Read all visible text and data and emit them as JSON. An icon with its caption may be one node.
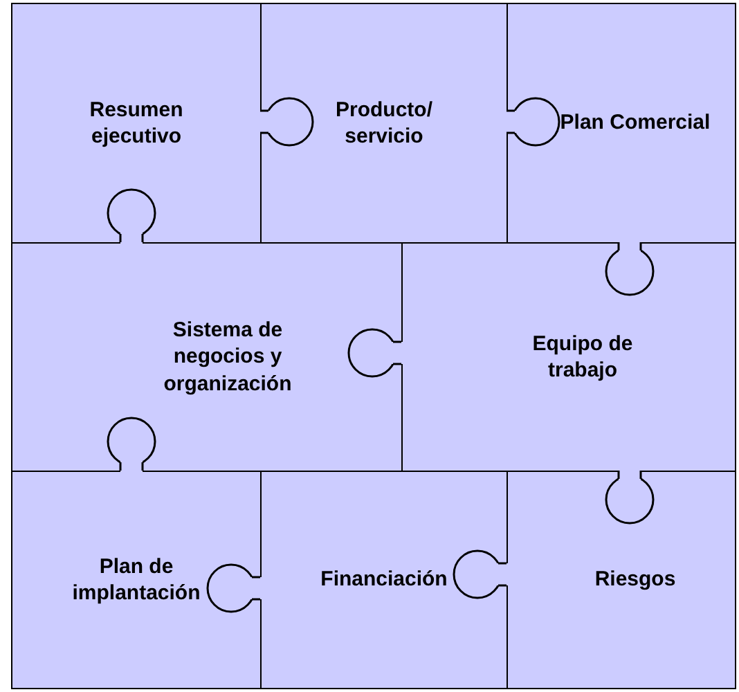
{
  "diagram": {
    "nodes": [
      {
        "text": [
          "Resumen ejecutivo"
        ]
      },
      {
        "text": [
          "Producto/ servicio"
        ]
      },
      {
        "text": [
          "Plan Comercial"
        ]
      },
      {
        "text": [
          "Sistema de negocios y organización"
        ]
      },
      {
        "text": [
          "Equipo de trabajo"
        ]
      },
      {
        "text": [
          "Plan de implantación"
        ]
      },
      {
        "text": [
          "Financiación"
        ]
      },
      {
        "text": [
          "Riesgos"
        ]
      }
    ]
  }
}
